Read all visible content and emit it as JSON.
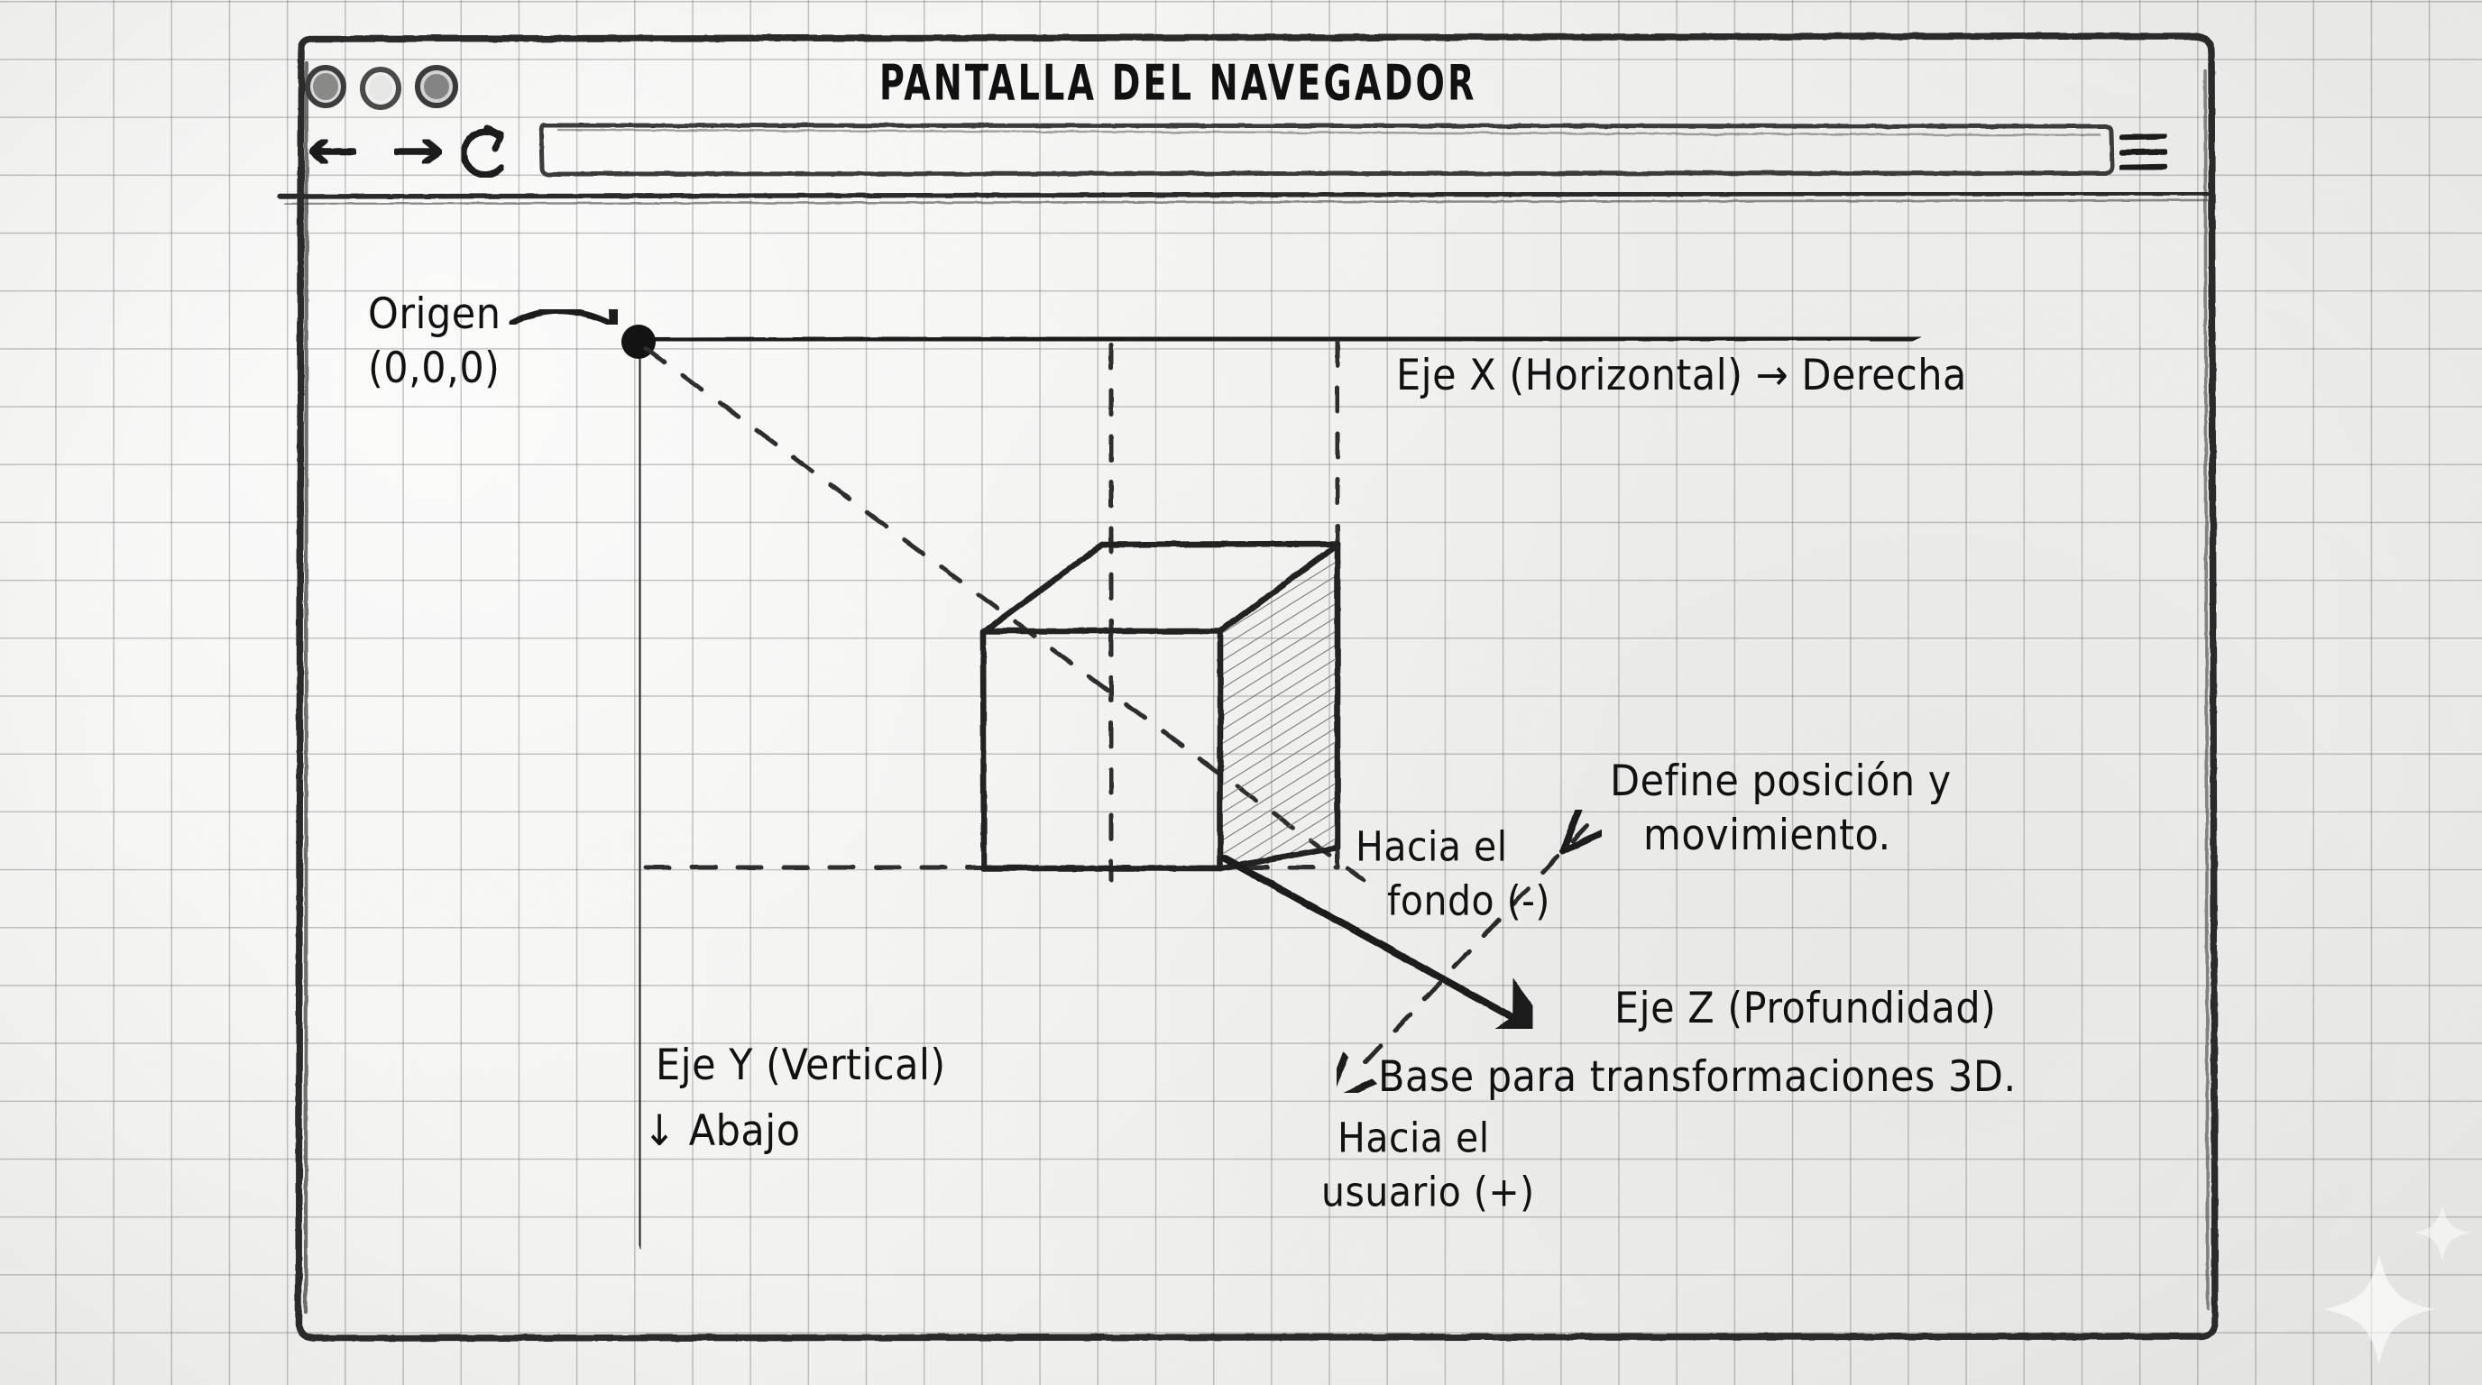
{
  "page": {
    "background": "#f1f1ef",
    "ink": "#1a1a1a",
    "grid_color": "#787878"
  },
  "browser_window": {
    "title": "PANTALLA DEL NAVEGADOR",
    "traffic_lights": [
      {
        "name": "close-dot",
        "fill": "#555555"
      },
      {
        "name": "minimize-dot",
        "fill": "#e8e8e6"
      },
      {
        "name": "maximize-dot",
        "fill": "#6a6a6a"
      }
    ],
    "toolbar": {
      "back_icon": "arrow-left",
      "forward_icon": "arrow-right",
      "reload_icon": "reload-circular-arrow",
      "menu_icon": "hamburger-three-lines",
      "address_bar_value": "",
      "address_bar_placeholder": ""
    }
  },
  "diagram": {
    "origin": {
      "label_line1": "Origen",
      "label_line2": "(0,0,0)",
      "marker": "filled-dot"
    },
    "axis_x": {
      "label": "Eje X (Horizontal) → Derecha",
      "direction": "right"
    },
    "axis_y": {
      "label_line1": "Eje Y (Vertical)",
      "label_line2": "↓ Abajo",
      "direction": "down"
    },
    "axis_z": {
      "label": "Eje Z (Profundidad)",
      "negative_line1": "Hacia el",
      "negative_line2": "fondo (-)",
      "positive_line1": "Hacia el",
      "positive_line2": "usuario (+)"
    },
    "notes": [
      {
        "line1": "Define posición y",
        "line2": "movimiento."
      },
      {
        "line1": "Base para transformaciones 3D."
      }
    ],
    "cube": {
      "name": "wireframe-cube",
      "shaded_face": "right-face-hatched"
    }
  }
}
